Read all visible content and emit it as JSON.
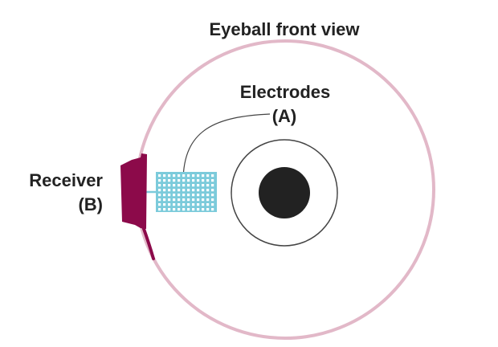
{
  "title": "Eyeball front view",
  "labels": {
    "electrodes_line1": "Electrodes",
    "electrodes_line2": "(A)",
    "receiver_line1": "Receiver",
    "receiver_line2": "(B)"
  },
  "colors": {
    "eyeball_outline": "#e2b8c8",
    "iris_outline": "#444444",
    "pupil": "#222222",
    "receiver": "#8c0a4a",
    "electrode_array": "#7ccbdb",
    "electrode_dots": "#ffffff",
    "leader_line": "#444444",
    "text": "#222222"
  }
}
